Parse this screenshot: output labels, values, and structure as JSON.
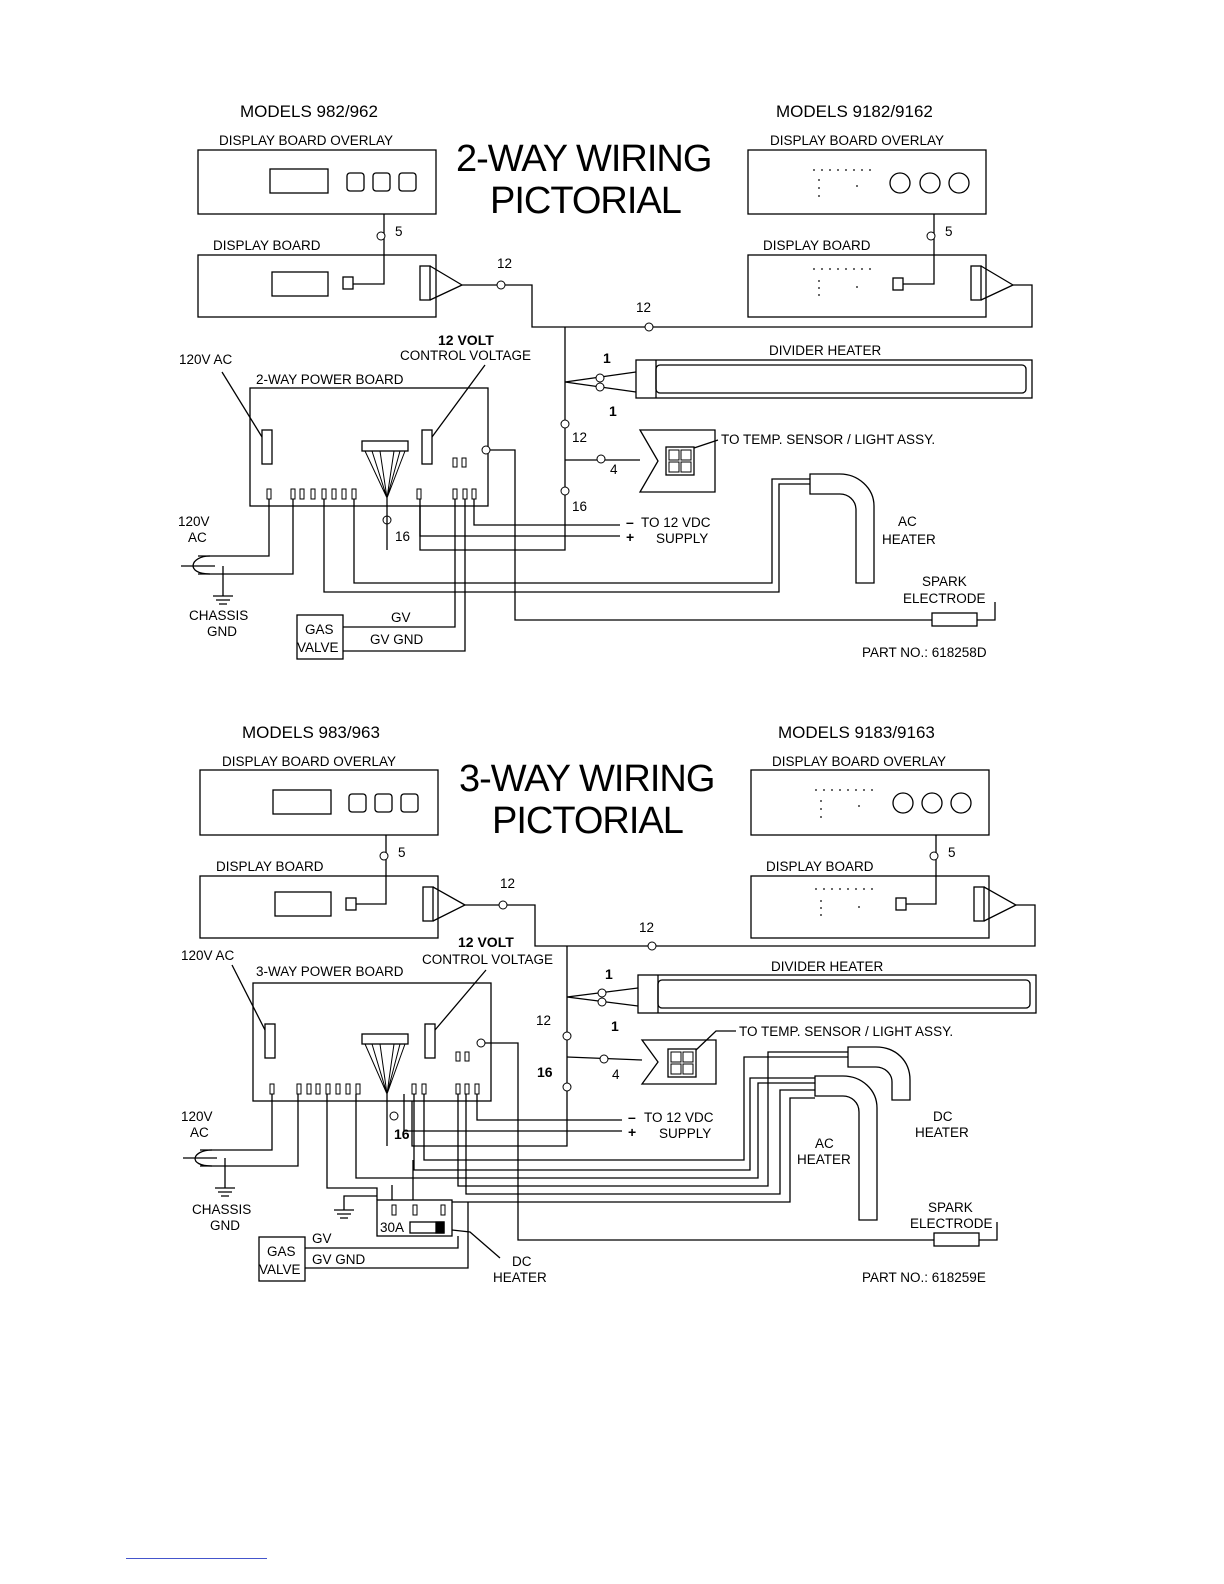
{
  "diagram_2way": {
    "models_left": "MODELS 982/962",
    "models_right": "MODELS 9182/9162",
    "overlay_left": "DISPLAY BOARD OVERLAY",
    "overlay_right": "DISPLAY BOARD OVERLAY",
    "title_line1": "2-WAY WIRING",
    "title_line2": "PICTORIAL",
    "display_board_left": "DISPLAY BOARD",
    "display_board_right": "DISPLAY BOARD",
    "power_board": "2-WAY POWER BOARD",
    "ac_in_top": "120V AC",
    "control_voltage_1": "12 VOLT",
    "control_voltage_2": "CONTROL VOLTAGE",
    "divider_heater": "DIVIDER HEATER",
    "temp_sensor": "TO TEMP. SENSOR / LIGHT ASSY.",
    "supply_neg": "–",
    "supply_pos": "+",
    "supply_1": "TO 12 VDC",
    "supply_2": "SUPPLY",
    "ac_in_1": "120V",
    "ac_in_2": "AC",
    "chassis_1": "CHASSIS",
    "chassis_2": "GND",
    "gas_valve_1": "GAS",
    "gas_valve_2": "VALVE",
    "gv": "GV",
    "gv_gnd": "GV GND",
    "ac_heater_1": "AC",
    "ac_heater_2": "HEATER",
    "spark_1": "SPARK",
    "spark_2": "ELECTRODE",
    "part_no": "PART NO.: 618258D",
    "n5a": "5",
    "n5b": "5",
    "n12a": "12",
    "n12b": "12",
    "n12c": "12",
    "n1a": "1",
    "n1b": "1",
    "n4": "4",
    "n16a": "16",
    "n16b": "16"
  },
  "diagram_3way": {
    "models_left": "MODELS 983/963",
    "models_right": "MODELS 9183/9163",
    "overlay_left": "DISPLAY BOARD OVERLAY",
    "overlay_right": "DISPLAY BOARD OVERLAY",
    "title_line1": "3-WAY WIRING",
    "title_line2": "PICTORIAL",
    "display_board_left": "DISPLAY BOARD",
    "display_board_right": "DISPLAY BOARD",
    "power_board": "3-WAY POWER BOARD",
    "ac_in_top": "120V AC",
    "control_voltage_1": "12 VOLT",
    "control_voltage_2": "CONTROL VOLTAGE",
    "divider_heater": "DIVIDER HEATER",
    "temp_sensor": "TO TEMP. SENSOR / LIGHT ASSY.",
    "supply_neg": "–",
    "supply_pos": "+",
    "supply_1": "TO 12 VDC",
    "supply_2": "SUPPLY",
    "ac_in_1": "120V",
    "ac_in_2": "AC",
    "chassis_1": "CHASSIS",
    "chassis_2": "GND",
    "gas_valve_1": "GAS",
    "gas_valve_2": "VALVE",
    "gv": "GV",
    "gv_gnd": "GV GND",
    "ac_heater_1": "AC",
    "ac_heater_2": "HEATER",
    "dc_heater_1": "DC",
    "dc_heater_2": "HEATER",
    "dc_heater_low_1": "DC",
    "dc_heater_low_2": "HEATER",
    "relay_30a": "30A",
    "spark_1": "SPARK",
    "spark_2": "ELECTRODE",
    "part_no": "PART NO.: 618259E",
    "n5a": "5",
    "n5b": "5",
    "n12a": "12",
    "n12b": "12",
    "n12c": "12",
    "n1a": "1",
    "n1b": "1",
    "n4": "4",
    "n16a": "16",
    "n16b": "16"
  }
}
